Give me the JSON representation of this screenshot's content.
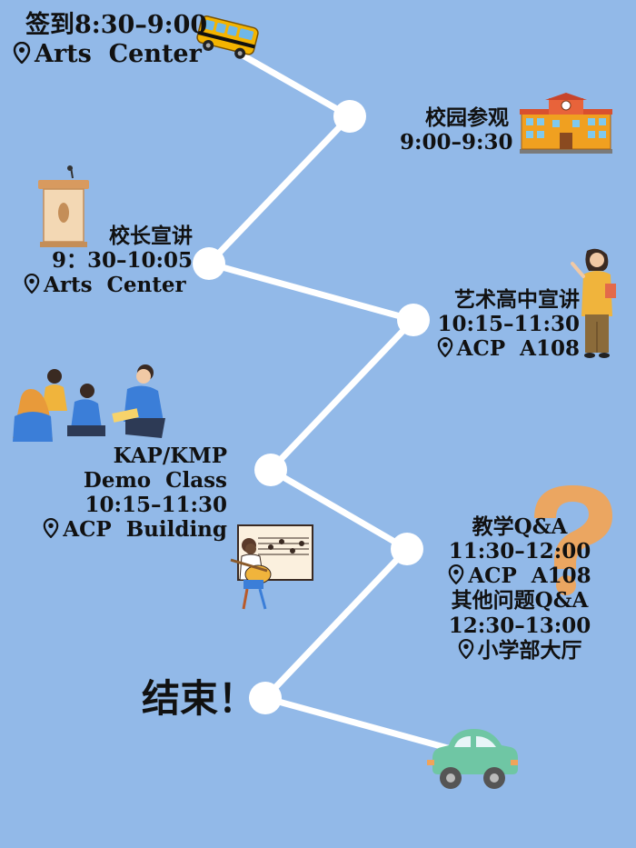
{
  "colors": {
    "background": "#92b9e8",
    "path": "#ffffff",
    "text": "#111111"
  },
  "stops": {
    "checkin": {
      "title": "签到8:30–9:00",
      "location": "Arts  Center",
      "icon": "school-bus-icon"
    },
    "tour": {
      "title": "校园参观",
      "time": "9:00–9:30",
      "icon": "school-building-icon"
    },
    "principal": {
      "title": "校长宣讲",
      "time": "9：30–10:05",
      "location": "Arts  Center",
      "icon": "podium-icon"
    },
    "arts_high": {
      "title": "艺术高中宣讲",
      "time": "10:15–11:30",
      "location": "ACP  A108",
      "icon": "teacher-icon"
    },
    "demo": {
      "title_line1": "KAP/KMP",
      "title_line2": "Demo  Class",
      "time": "10:15–11:30",
      "location": "ACP  Building",
      "icon": "class-group-icon"
    },
    "teaching_qa": {
      "title": "教学Q&A",
      "time": "11:30–12:00",
      "location": "ACP  A108",
      "icon": "question-mark-icon"
    },
    "other_qa": {
      "title": "其他问题Q&A",
      "time": "12:30–13:00",
      "location": "小学部大厅"
    },
    "end": {
      "title": "结束！",
      "icon": "car-icon"
    }
  }
}
